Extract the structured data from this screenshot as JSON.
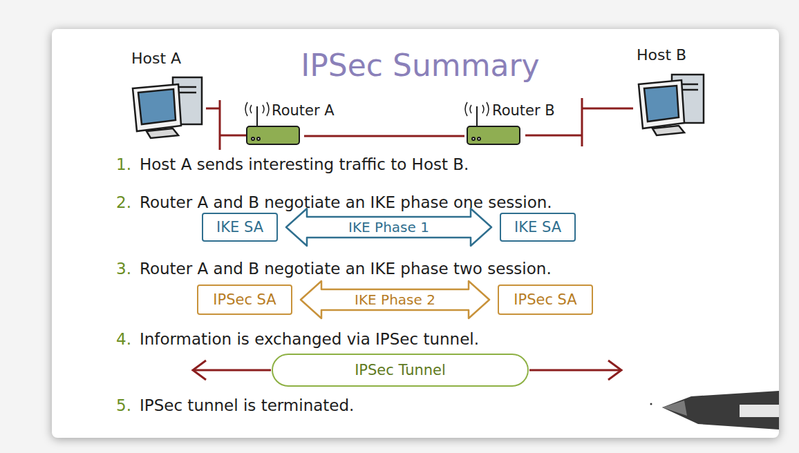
{
  "diagram": {
    "title": "IPSec Summary",
    "nodes": [
      {
        "text": [
          "IKE SA"
        ]
      },
      {
        "text": [
          "IKE SA"
        ]
      },
      {
        "text": [
          "IPSec SA"
        ]
      },
      {
        "text": [
          "IPSec SA"
        ]
      },
      {
        "text": [
          "IPSec Tunnel"
        ]
      }
    ],
    "edges": [
      {
        "from": 0,
        "to": 1,
        "label": "IKE Phase 1",
        "arrow": "both"
      },
      {
        "from": 2,
        "to": 3,
        "label": "IKE Phase 2",
        "arrow": "both"
      }
    ],
    "labels": [
      "Host A",
      "Host B",
      "Router A",
      "Router B",
      "1.",
      "Host A sends interesting traffic to Host B.",
      "2.",
      "Router A and B negotiate an IKE phase one session.",
      "3.",
      "Router A and B negotiate an IKE phase two session.",
      "4.",
      "Information is exchanged via IPSec tunnel.",
      "5.",
      "IPSec tunnel is terminated."
    ]
  }
}
